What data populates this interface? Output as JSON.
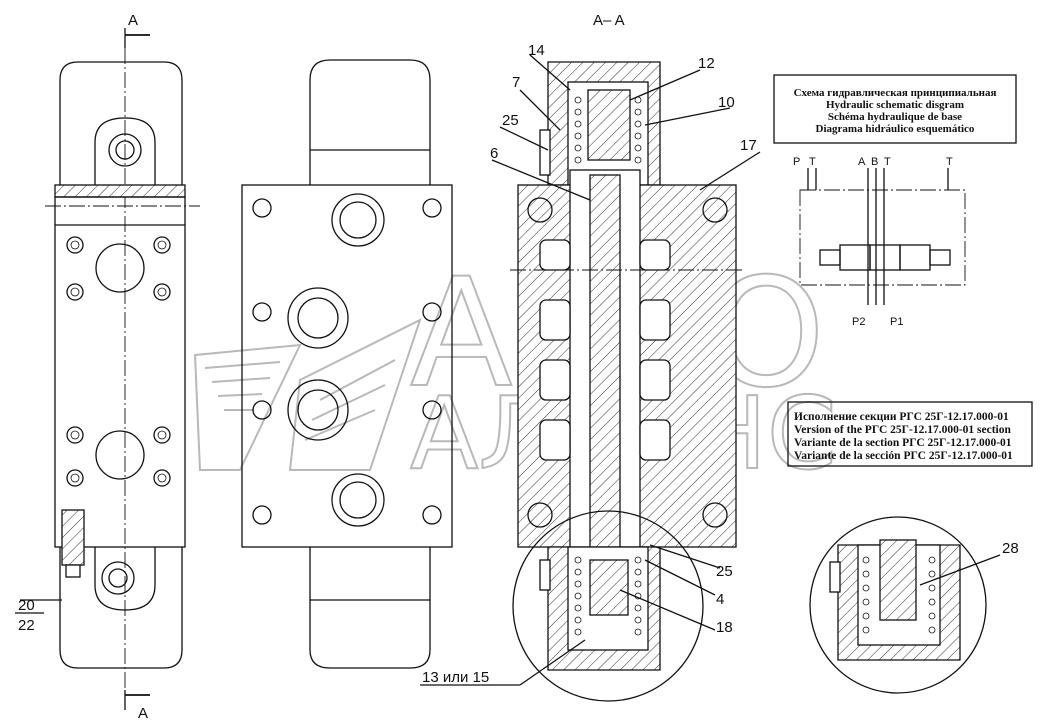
{
  "section_marks": {
    "top_left": "A",
    "bottom_left": "A",
    "section_title": "A– A"
  },
  "callouts": {
    "c14": "14",
    "c12": "12",
    "c7": "7",
    "c10": "10",
    "c25_top": "25",
    "c6": "6",
    "c17": "17",
    "c25_bottom": "25",
    "c4": "4",
    "c18": "18",
    "c13_15": "13  или 15",
    "c20": "20",
    "c22": "22",
    "c28": "28"
  },
  "schematic_box": {
    "lines": [
      "Схема гидравлическая принципиальная",
      "Hydraulic schematic disgram",
      "Schéma hydraulique de base",
      "Diagrama hidráulico esquemático"
    ]
  },
  "ports": {
    "p_top": "P",
    "t_top_left": "T",
    "a": "A",
    "b": "B",
    "t_mid": "T",
    "t_right": "T",
    "p2": "P2",
    "p1": "P1"
  },
  "version_box": {
    "lines": [
      "Исполнение секции РГС 25Г-12.17.000-01",
      "Version of the РГС 25Г-12.17.000-01 section",
      "Variante de la section РГС 25Г-12.17.000-01",
      "Variante de la sección РГС 25Г-12.17.000-01"
    ]
  },
  "watermark": {
    "line1": "АВТО",
    "line2": "АЛЬЯНС"
  }
}
